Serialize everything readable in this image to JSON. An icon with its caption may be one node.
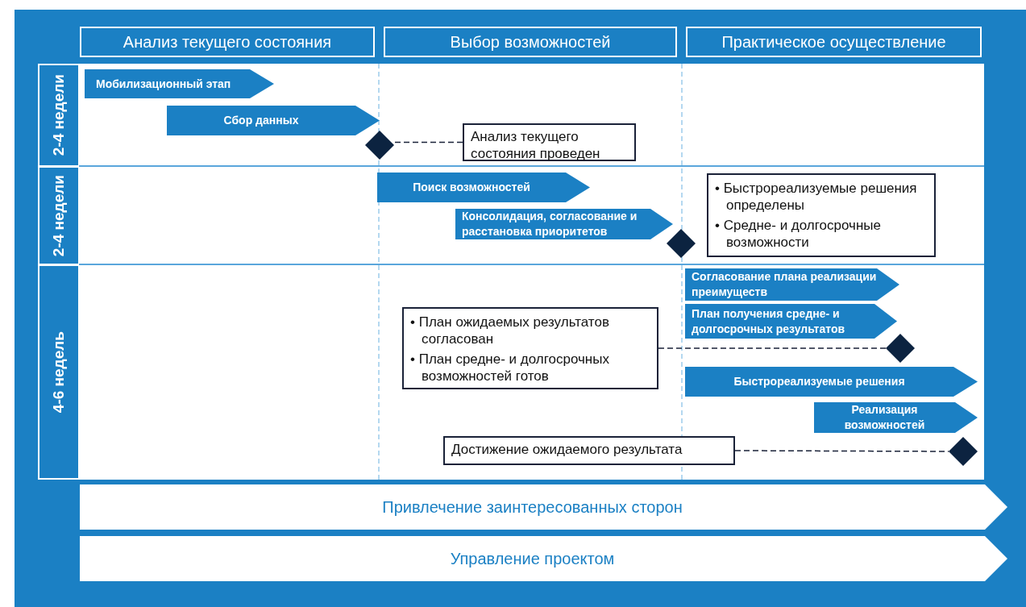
{
  "diagram": {
    "nodes": [
      {
        "text": [
          "Анализ текущего состояния"
        ]
      },
      {
        "text": [
          "Выбор возможностей"
        ]
      },
      {
        "text": [
          "Практическое осуществление"
        ]
      },
      {
        "text": [
          "2-4 недели"
        ]
      },
      {
        "text": [
          "Мобилизационный этап"
        ]
      },
      {
        "text": [
          "Сбор данных"
        ]
      },
      {
        "text": [],
        "shape": "diamond"
      },
      {
        "text": [
          "Анализ текущего состояния проведен"
        ]
      },
      {
        "text": [
          "2-4 недели"
        ]
      },
      {
        "text": [
          "Поиск возможностей"
        ]
      },
      {
        "text": [
          "Консолидация, согласование и расстановка приоритетов"
        ]
      },
      {
        "text": [],
        "shape": "diamond"
      },
      {
        "text": [
          "• Быстрореализуемые решения определены",
          "• Средне- и долгосрочные возможности"
        ]
      },
      {
        "text": [
          "4-6 недель"
        ]
      },
      {
        "text": [
          "Согласование плана реализации преимуществ"
        ]
      },
      {
        "text": [
          "План получения средне- и долгосрочных результатов"
        ]
      },
      {
        "text": [
          "• План ожидаемых результатов согласован",
          "• План средне- и долгосрочных возможностей готов"
        ]
      },
      {
        "text": [],
        "shape": "diamond"
      },
      {
        "text": [
          "Быстрореализуемые решения"
        ]
      },
      {
        "text": [
          "Реализация возможностей"
        ]
      },
      {
        "text": [
          "Достижение ожидаемого результата"
        ]
      },
      {
        "text": [],
        "shape": "diamond"
      },
      {
        "text": [
          "Привлечение заинтересованных сторон"
        ]
      },
      {
        "text": [
          "Управление проектом"
        ]
      }
    ],
    "edges": [
      {
        "from": 7,
        "to": 6,
        "arrow": "none",
        "style": "dashed"
      },
      {
        "from": 16,
        "to": 17,
        "arrow": "none",
        "style": "dashed"
      },
      {
        "from": 20,
        "to": 21,
        "arrow": "none",
        "style": "dashed"
      }
    ]
  }
}
